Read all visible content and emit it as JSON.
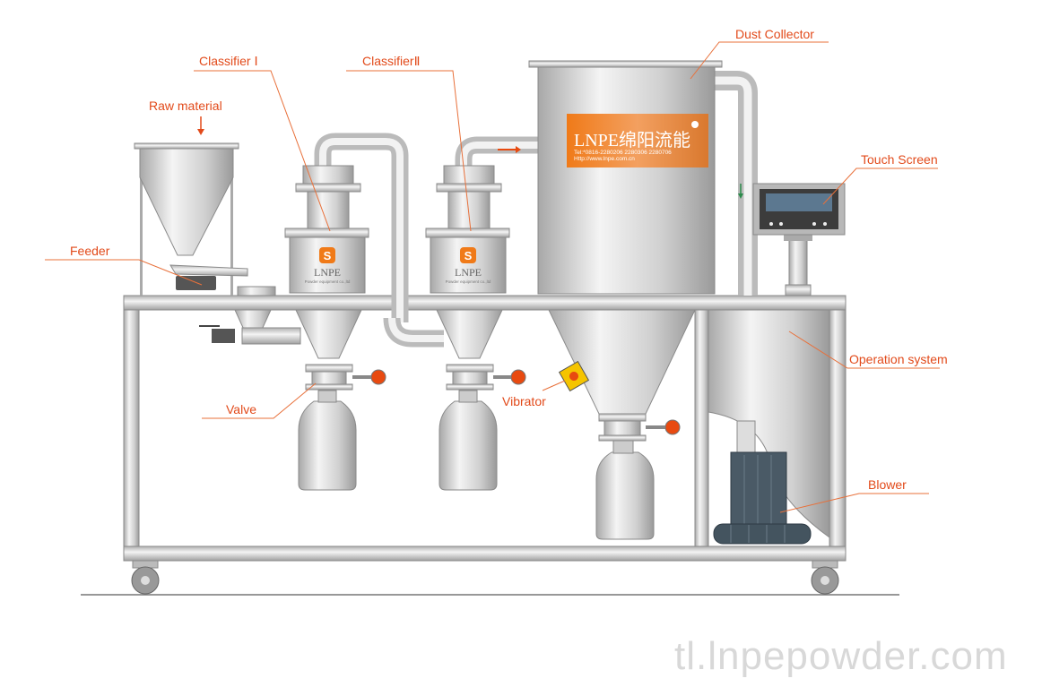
{
  "labels": {
    "classifier1": "Classifier Ⅰ",
    "classifier2": "ClassifierⅡ",
    "dust_collector": "Dust Collector",
    "raw_material": "Raw material",
    "touch_screen": "Touch Screen",
    "feeder": "Feeder",
    "operation_system": "Operation system",
    "valve": "Valve",
    "vibrator": "Vibrator",
    "blower": "Blower"
  },
  "brand_panel": {
    "name": "LNPE绵阳流能",
    "tel": "Tel:*0816-2280206 2280306 2280706",
    "web": "Http://www.lnpe.com.cn"
  },
  "classifier_badge": {
    "name": "LNPE",
    "sub": "Powder equipment co.,ltd"
  },
  "watermark": "tl.lnpepowder.com",
  "colors": {
    "label": "#e24a1a",
    "brand": "#f08a2c",
    "steel": "#c8c8c8",
    "blower": "#4a5a66"
  }
}
